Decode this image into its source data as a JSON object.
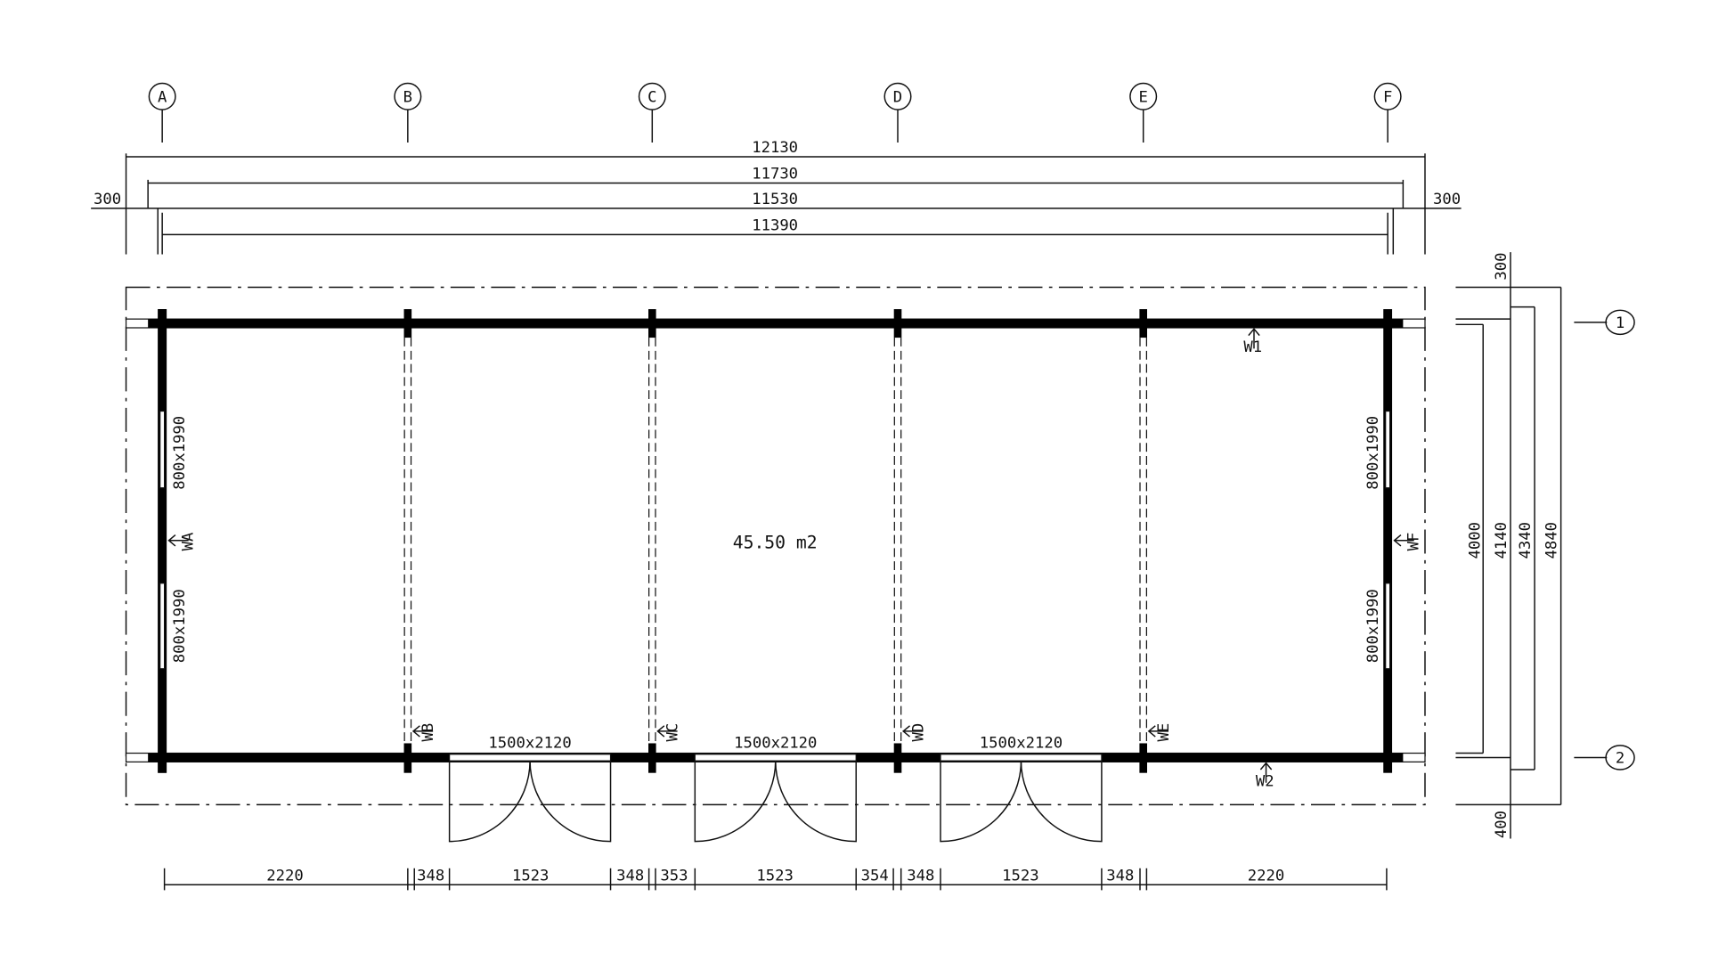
{
  "grid_axes": {
    "columns": [
      "A",
      "B",
      "C",
      "D",
      "E",
      "F"
    ],
    "rows": [
      "1",
      "2"
    ]
  },
  "overall_dims": {
    "d12130": "12130",
    "d11730": "11730",
    "d11530": "11530",
    "d11390": "11390",
    "overhang_left": "300",
    "overhang_right": "300"
  },
  "side_dims": {
    "top": "300",
    "bottom": "400",
    "d4000": "4000",
    "d4140": "4140",
    "d4340": "4340",
    "d4840": "4840"
  },
  "bottom_dims": [
    "2220",
    "348",
    "1523",
    "348",
    "353",
    "1523",
    "354",
    "348",
    "1523",
    "348",
    "2220"
  ],
  "area_label": "45.50 m2",
  "windows": {
    "left_upper": "800x1990",
    "left_lower": "800x1990",
    "right_upper": "800x1990",
    "right_lower": "800x1990"
  },
  "doors": [
    "1500x2120",
    "1500x2120",
    "1500x2120"
  ],
  "wall_marks": {
    "w1": "W1",
    "w2": "W2",
    "wa": "WA",
    "wb": "WB",
    "wc": "WC",
    "wd": "WD",
    "we": "WE",
    "wf": "WF"
  }
}
